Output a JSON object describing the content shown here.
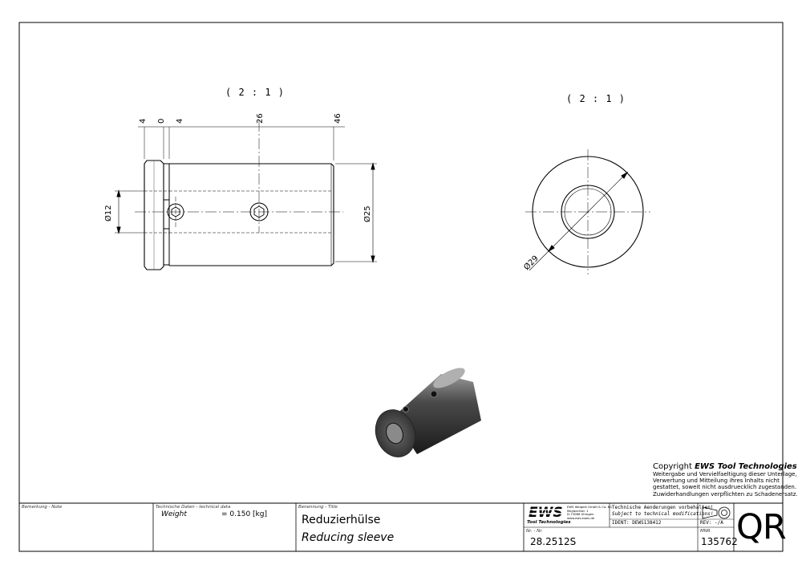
{
  "views": {
    "side_scale": "( 2 : 1 )",
    "front_scale": "( 2 : 1 )"
  },
  "dimensions": {
    "d4_left": "4",
    "d0": "0",
    "d4_right": "4",
    "d26": "26",
    "d46": "46",
    "dia12": "Ø12",
    "dia25": "Ø25",
    "dia29": "Ø29"
  },
  "copyright": {
    "prefix": "Copyright",
    "brand": "EWS Tool Technologies",
    "lines": [
      "Weitergabe und Vervielfaeltigung dieser Unterlage,",
      "Verwertung und Mitteilung ihres Inhalts nicht",
      "gestattet, soweit nicht ausdruecklich zugestanden.",
      "Zuwiderhandlungen verpflichten zu Schadenersatz."
    ]
  },
  "title_block": {
    "remark_caption": "Bemerkung - Note",
    "techdata_caption": "Technische Daten - technical data",
    "weight_label": "Weight",
    "weight_value": "= 0.150 [kg]",
    "title_caption": "Benennung - Title",
    "title_de": "Reduzierhülse",
    "title_en": "Reducing sleeve",
    "logo_text": "EWS",
    "logo_sub": "Tool Technologies",
    "address_lines": [
      "EWS Weigele GmbH & Co. KG",
      "Maybachstr. 1",
      "D-73066 Uhingen",
      "www.ews-tools.de"
    ],
    "changes_de": "Technische Aenderungen vorbehalten!",
    "changes_en": "Subject to technical modifications!",
    "ident": "IDENT: DEWS138412",
    "rev": "REV: -/A",
    "nr_caption": "Nr. - Nr.",
    "nr_value": "28.2512S",
    "mnr_caption": "MNR",
    "mnr_value": "135762",
    "qr_label": "QR"
  }
}
